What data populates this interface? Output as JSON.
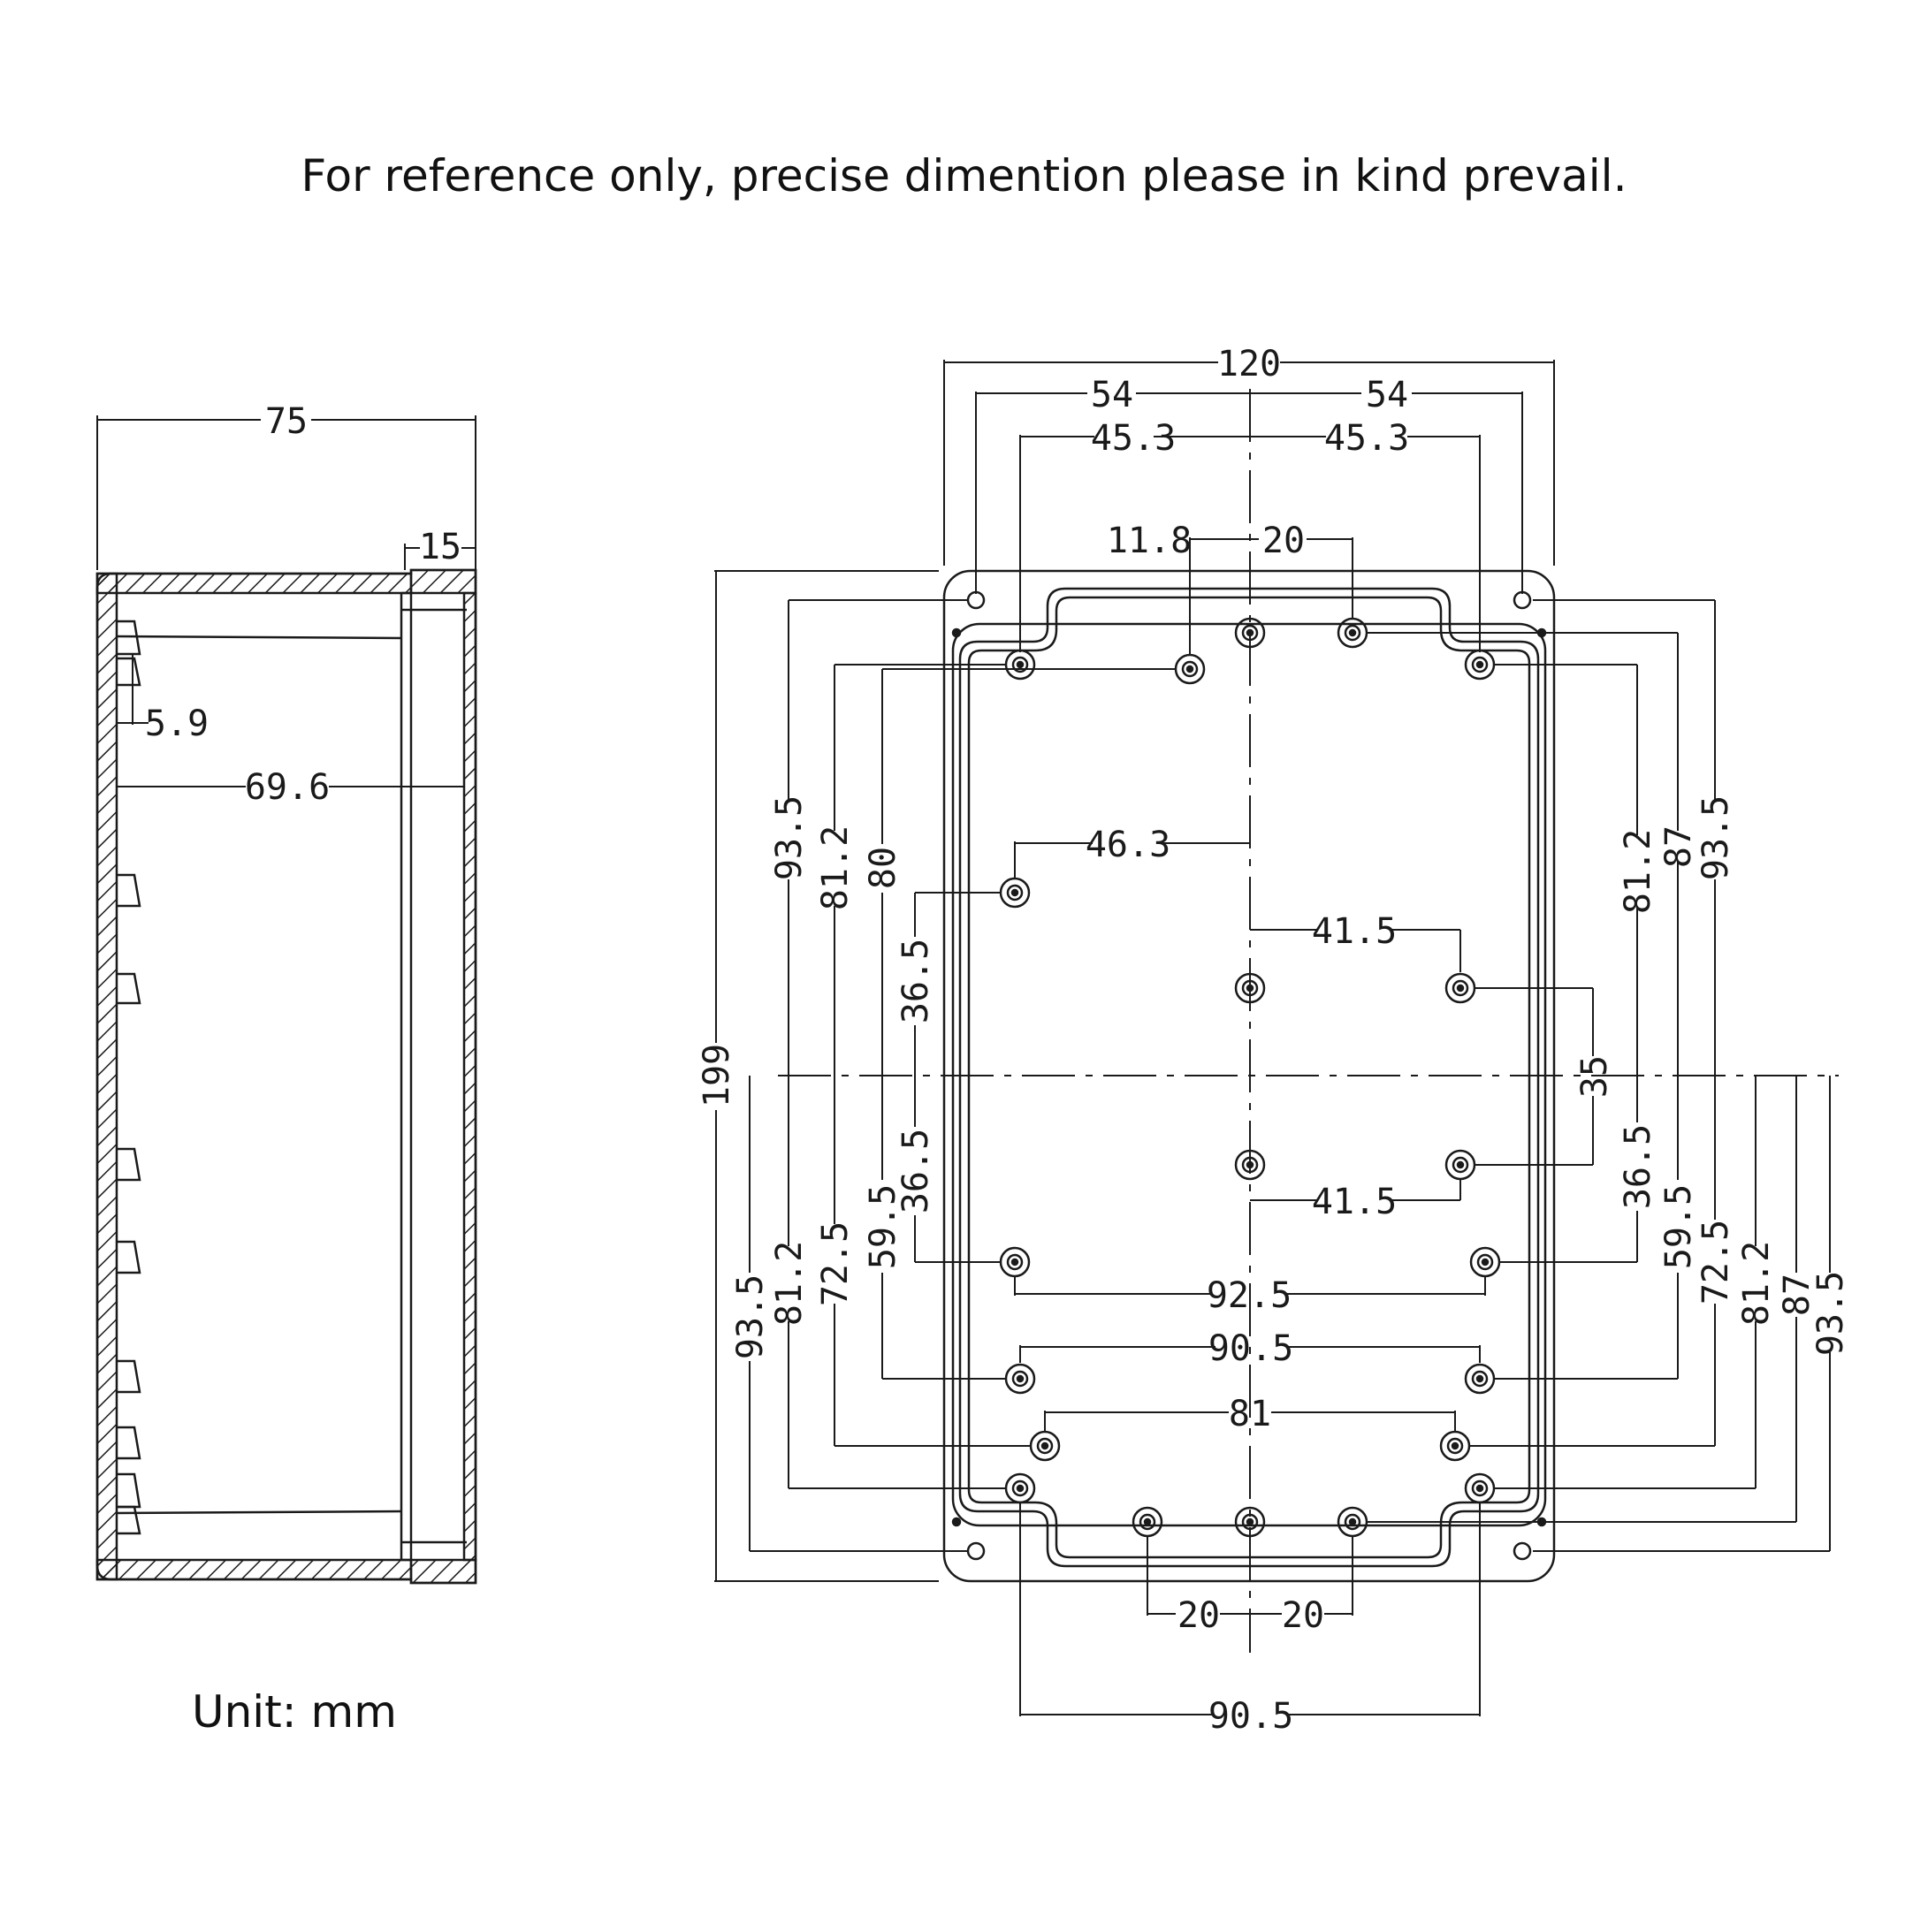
{
  "header": {
    "note": "For reference only, precise dimention please in kind prevail."
  },
  "footer": {
    "unit": "Unit: mm"
  },
  "side_view": {
    "width_75": "75",
    "lid_15": "15",
    "wall_5_9": "5.9",
    "inner_69_6": "69.6"
  },
  "top_view": {
    "overall_width": "120",
    "half_54_left": "54",
    "half_54_right": "54",
    "half_45_3_left": "45.3",
    "half_45_3_right": "45.3",
    "offset_11_8": "11.8",
    "offset_20_top": "20",
    "overall_height": "199",
    "offset_46_3": "46.3",
    "offset_41_5_upper": "41.5",
    "offset_41_5_lower": "41.5",
    "spacing_35": "35",
    "span_92_5": "92.5",
    "span_90_5_inner": "90.5",
    "span_81": "81",
    "offset_20_bottom_left": "20",
    "offset_20_bottom_right": "20",
    "span_90_5_bottom": "90.5",
    "left_upper": [
      "93.5",
      "81.2",
      "80",
      "36.5"
    ],
    "left_lower": [
      "93.5",
      "81.2",
      "72.5",
      "59.5",
      "36.5"
    ],
    "right_upper": [
      "81.2",
      "87",
      "93.5"
    ],
    "right_lower": [
      "36.5",
      "59.5",
      "72.5",
      "81.2",
      "87",
      "93.5"
    ]
  },
  "colors": {
    "line": "#1a1a1a",
    "background": "#ffffff"
  }
}
